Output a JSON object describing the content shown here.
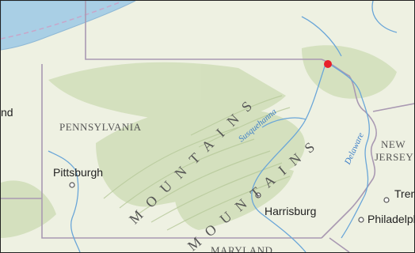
{
  "labels": {
    "state_pa": "PENNSYLVANIA",
    "state_md": "MARYLAND",
    "state_nj_1": "NEW",
    "state_nj_2": "JERSEY",
    "city_pittsburgh": "Pittsburgh",
    "city_harrisburg": "Harrisburg",
    "city_philadelphia": "Philadelphia",
    "city_trenton": "Trenton",
    "city_partial_left": "nd",
    "river_susquehanna": "Susquehanna",
    "river_delaware": "Delaware",
    "mountains_1": "MOUNTAINS",
    "mountains_2": "MOUNTAINS"
  },
  "colors": {
    "land": "#eef1e2",
    "forest": "#cfdcb7",
    "lake": "#a9cfe5",
    "river": "#6aa6d8",
    "border": "#9d8ea6",
    "marker": "#e8202a"
  },
  "marker": {
    "name": "location-marker"
  }
}
